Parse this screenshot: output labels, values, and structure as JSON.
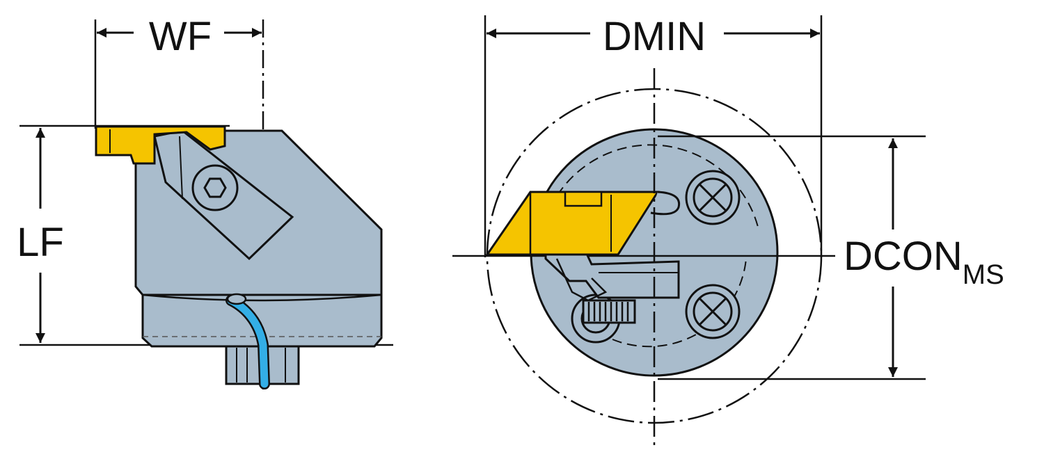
{
  "labels": {
    "wf": "WF",
    "lf": "LF",
    "dmin": "DMIN",
    "dcon_main": "DCON",
    "dcon_sub": "MS"
  },
  "colors": {
    "body": "#a9bccc",
    "insert": "#f5c400",
    "coolant": "#33aee6",
    "line": "#111111"
  }
}
